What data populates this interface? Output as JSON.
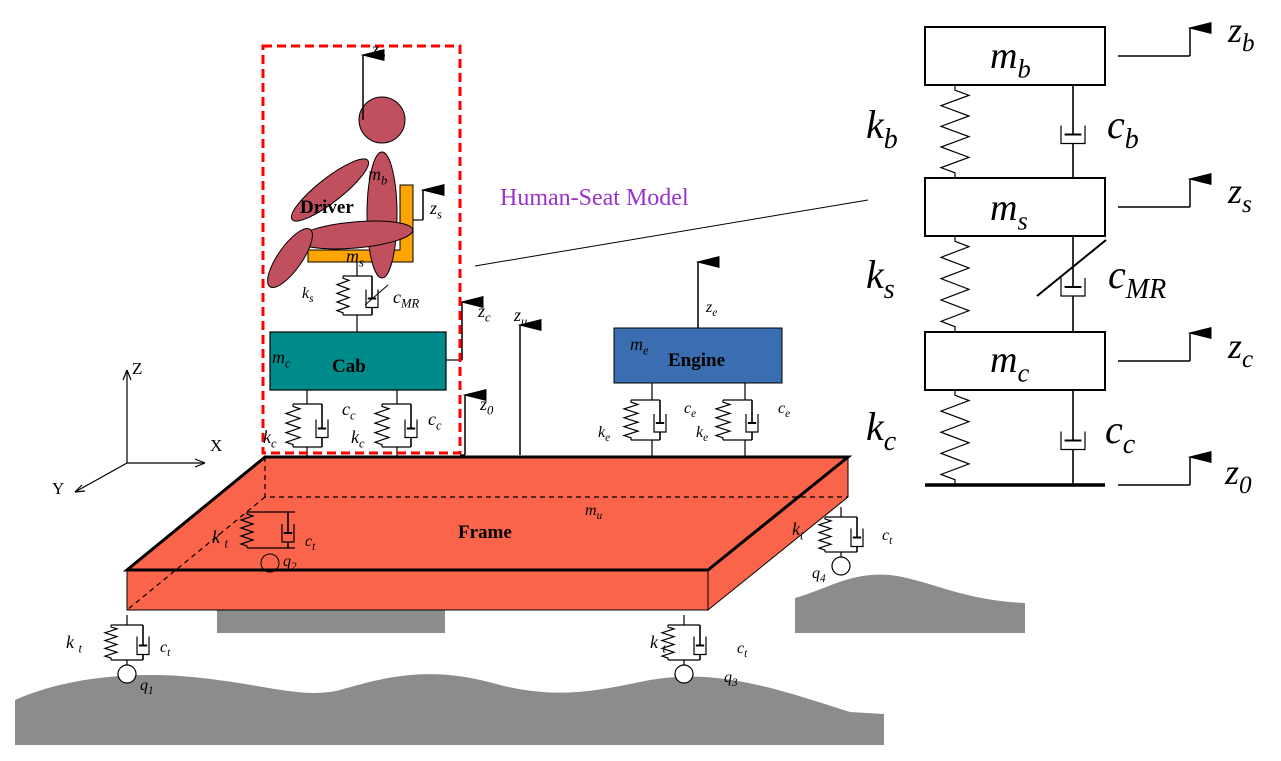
{
  "colors": {
    "frame": "#F9644A",
    "cab": "#008B8B",
    "engine": "#3A6EB0",
    "seat": "#FFA500",
    "body": "#C0505E",
    "road": "#8C8C8C",
    "highlight_box": "#FF0000",
    "caption": "#9932CC"
  },
  "caption": "Human-Seat Model",
  "blocks": {
    "driver": "Driver",
    "cab": "Cab",
    "engine": "Engine",
    "frame": "Frame"
  },
  "axes": {
    "z": "Z",
    "x": "X",
    "y": "Y"
  },
  "labels": {
    "zb_l": {
      "base": "z",
      "sub": "b"
    },
    "mb_l": {
      "base": "m",
      "sub": "b"
    },
    "zs_l": {
      "base": "z",
      "sub": "s"
    },
    "ms_l": {
      "base": "m",
      "sub": "s"
    },
    "ks_l": {
      "base": "k",
      "sub": "s"
    },
    "cmr_l": {
      "base": "c",
      "sub": "MR"
    },
    "zc_l": {
      "base": "z",
      "sub": "c"
    },
    "zu_l": {
      "base": "z",
      "sub": "u"
    },
    "mc_l": {
      "base": "m",
      "sub": "c"
    },
    "z0_l": {
      "base": "z",
      "sub": "0"
    },
    "cc1_l": {
      "base": "c",
      "sub": "c"
    },
    "cc2_l": {
      "base": "c",
      "sub": "c"
    },
    "kc1_l": {
      "base": "k",
      "sub": "c"
    },
    "kc2_l": {
      "base": "k",
      "sub": "c"
    },
    "ze_l": {
      "base": "z",
      "sub": "e"
    },
    "me_l": {
      "base": "m",
      "sub": "e"
    },
    "ke1_l": {
      "base": "k",
      "sub": "e"
    },
    "ke2_l": {
      "base": "k",
      "sub": "e"
    },
    "ce1_l": {
      "base": "c",
      "sub": "e"
    },
    "ce2_l": {
      "base": "c",
      "sub": "e"
    },
    "mu_l": {
      "base": "m",
      "sub": "u"
    },
    "kt2_l": {
      "base": "k ",
      "sub": "t"
    },
    "ct2_l": {
      "base": "c",
      "sub": "t"
    },
    "q2_l": {
      "base": "q",
      "sub": "2"
    },
    "kt4_l": {
      "base": "k",
      "sub": "t"
    },
    "ct4_l": {
      "base": "c",
      "sub": "t"
    },
    "q4_l": {
      "base": "q",
      "sub": "4"
    },
    "kt1_l": {
      "base": "k ",
      "sub": "t"
    },
    "ct1_l": {
      "base": "c",
      "sub": "t"
    },
    "q1_l": {
      "base": "q",
      "sub": "1"
    },
    "kt3_l": {
      "base": "k ",
      "sub": "t"
    },
    "ct3_l": {
      "base": "c",
      "sub": "t"
    },
    "q3_l": {
      "base": "q",
      "sub": "3"
    },
    "mb_r": {
      "base": "m",
      "sub": "b"
    },
    "zb_r": {
      "base": "z",
      "sub": "b"
    },
    "kb_r": {
      "base": "k",
      "sub": "b"
    },
    "cb_r": {
      "base": "c",
      "sub": "b"
    },
    "ms_r": {
      "base": "m",
      "sub": "s"
    },
    "zs_r": {
      "base": "z",
      "sub": "s"
    },
    "ks_r": {
      "base": "k",
      "sub": "s"
    },
    "cmr_r": {
      "base": "c",
      "sub": "MR"
    },
    "mc_r": {
      "base": "m",
      "sub": "c"
    },
    "zc_r": {
      "base": "z",
      "sub": "c"
    },
    "kc_r": {
      "base": "k",
      "sub": "c"
    },
    "cc_r": {
      "base": "c",
      "sub": "c"
    },
    "z0_r": {
      "base": "z",
      "sub": "0"
    }
  }
}
